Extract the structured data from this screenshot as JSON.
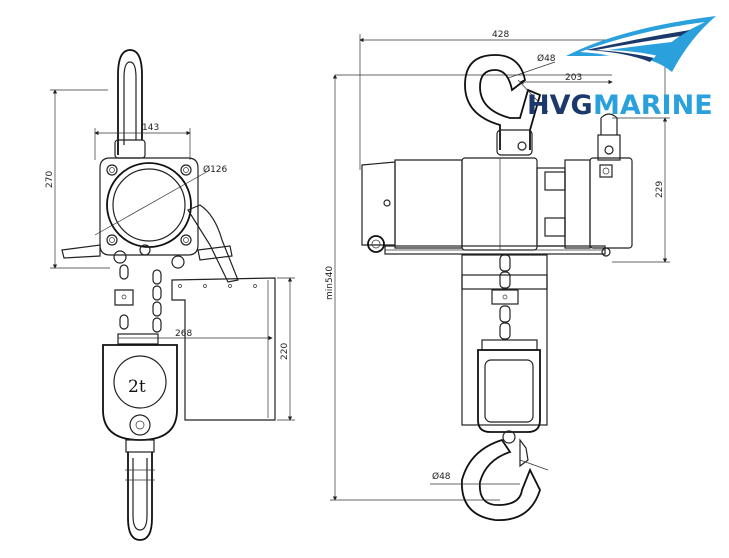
{
  "logo": {
    "word1": "HVG",
    "word2": "MARINE",
    "colors": {
      "dark": "#1b3a6b",
      "light": "#2aa0dc"
    }
  },
  "dimensions": {
    "overall_width": "428",
    "hook_diameter_top": "Ø48",
    "hook_offset": "203",
    "hook_height": "229",
    "min_height": "min540",
    "side_height": "270",
    "body_width": "143",
    "wheel_diameter": "Ø126",
    "tray_width": "268",
    "tray_height": "220",
    "hook_diameter_bottom": "Ø48"
  },
  "capacity_label": "2t"
}
